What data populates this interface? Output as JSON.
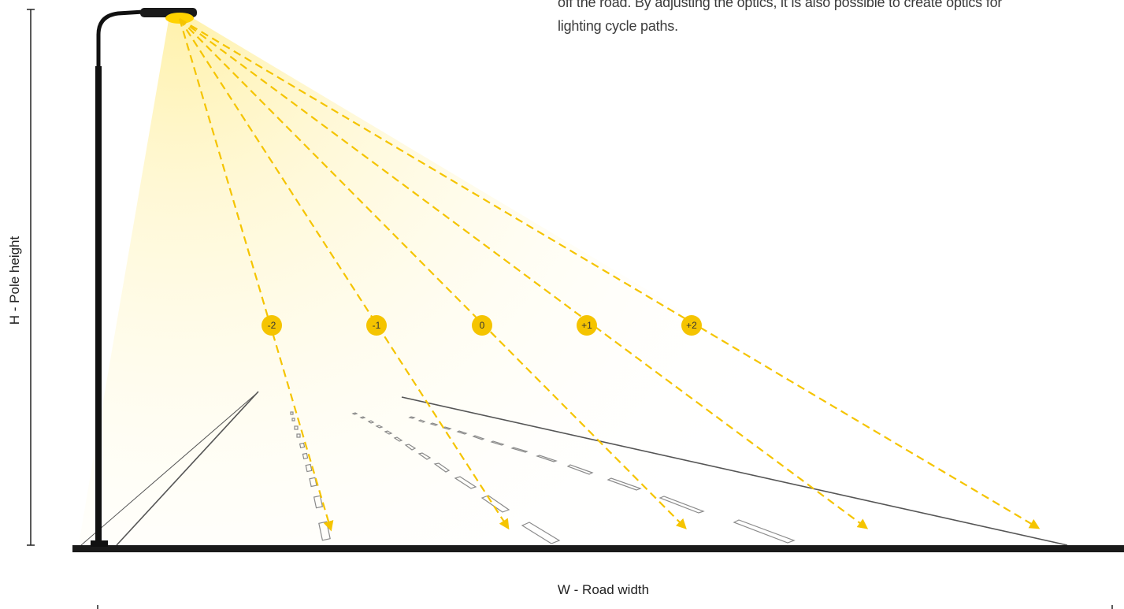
{
  "description": {
    "line1": "off the road. By adjusting the optics, it is also possible to create optics for",
    "line2": "lighting cycle paths."
  },
  "labels": {
    "pole_height": "H - Pole height",
    "road_width": "W - Road width"
  },
  "beams": [
    {
      "marker": "-2"
    },
    {
      "marker": "-1"
    },
    {
      "marker": "0"
    },
    {
      "marker": "+1"
    },
    {
      "marker": "+2"
    }
  ],
  "colors": {
    "beam": "#f5c400",
    "marker": "#f5c400",
    "ground": "#1a1a1a",
    "pole": "#111111",
    "glow": "#fff3b0",
    "road_marking": "#8a8a8a"
  }
}
